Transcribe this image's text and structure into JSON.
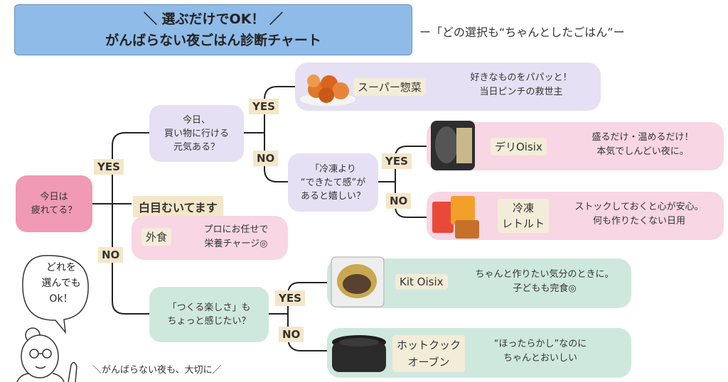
{
  "header": {
    "title_line1": "＼ 選ぶだけでOK！ ／",
    "title_line2": "がんばらない夜ごはん診断チャート",
    "subtitle": "ー「どの選択も“ちゃんとしたごはん”ー"
  },
  "questions": {
    "start": "今日は\n疲れてる？",
    "shopping": "今日、\n買い物に行ける\n元気ある？",
    "frozen": "「冷凍より\n“できたて感”が\nあると嬉しい？",
    "cooking": "「つくる楽しさ」も\nちょっと感じたい？"
  },
  "branches": {
    "yes": "YES",
    "no": "NO",
    "shiromeku": "白目むいてます"
  },
  "results": {
    "super": {
      "name": "スーパー惣菜",
      "desc": "好きなものをパパッと！\n当日ピンチの救世主"
    },
    "deli": {
      "name": "デリOisix",
      "desc": "盛るだけ・温めるだけ！\n本気でしんどい夜に。"
    },
    "reitou": {
      "name": "冷凍\nレトルト",
      "desc": "ストックしておくと心が安心。\n何も作りたくない日用"
    },
    "gaishoku": {
      "name": "外食",
      "desc": "プロにお任せで\n栄養チャージ◎"
    },
    "kitoisix": {
      "name": "Kit Oisix",
      "desc": "ちゃんと作りたい気分のときに。\n子どもも完食◎"
    },
    "hotcook": {
      "name": "ホットクック\nオーブン",
      "desc": "“ほったらかし”なのに\nちゃんとおいしい"
    }
  },
  "character": {
    "bubble": "どれを\n選んでも\nOk！",
    "caption": "＼がんばらない夜も、大切に／"
  },
  "colors": {
    "title_bg": "#8fbbe8",
    "purple": "#e6e0f4",
    "pink": "#f09ab5",
    "light_pink": "#f8d6e4",
    "green": "#cfe8de",
    "chip": "#f5e6c8"
  },
  "icons": [
    "fried-chicken-icon",
    "deli-container-icon",
    "retort-pouch-icon",
    "meal-kit-icon",
    "hotcook-pot-icon",
    "woman-character-icon"
  ]
}
